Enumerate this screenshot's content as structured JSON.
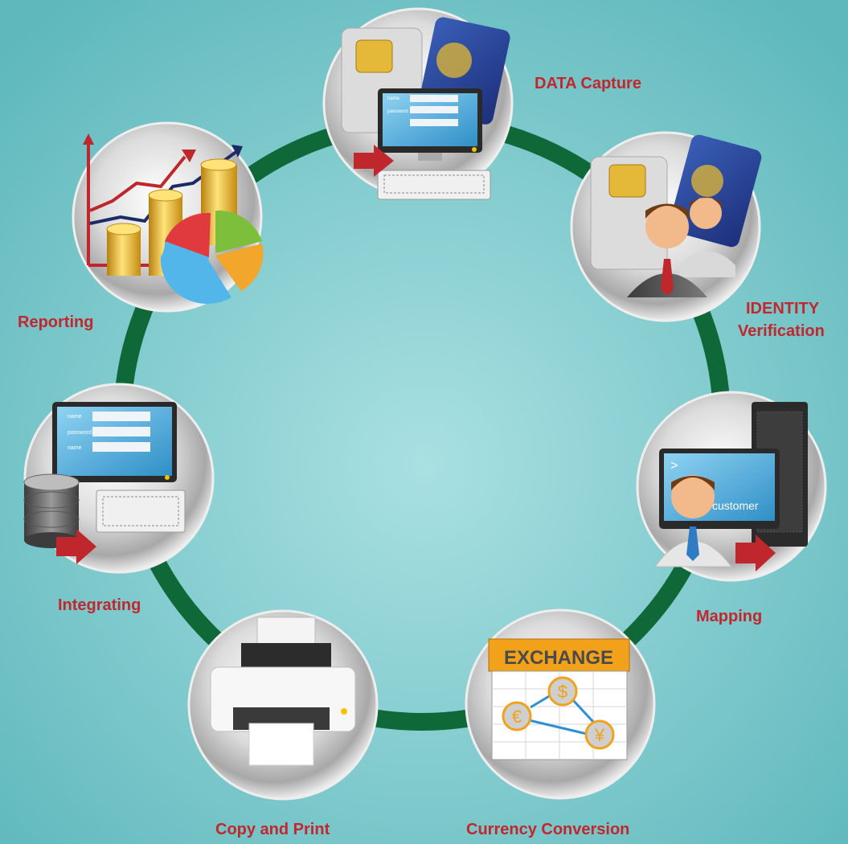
{
  "colors": {
    "background_center": "#a9e0e2",
    "background_edge": "#5eb8bc",
    "ring": "#0f6838",
    "label": "#c1272d",
    "disc_edge": "#8e8e8e",
    "disc_center": "#ffffff"
  },
  "nodes": [
    {
      "id": "data-capture",
      "icon": "id-card-computer-icon",
      "label_lines": [
        "DATA Capture"
      ]
    },
    {
      "id": "identity-verification",
      "icon": "id-card-people-icon",
      "label_lines": [
        "IDENTITY",
        "Verification"
      ]
    },
    {
      "id": "mapping",
      "icon": "customer-server-icon",
      "label_lines": [
        "Mapping"
      ],
      "screen_text": "customer",
      "prompt_text": ">"
    },
    {
      "id": "currency-conversion",
      "icon": "currency-exchange-icon",
      "label_lines": [
        "Currency Conversion"
      ],
      "sign_text": "EXCHANGE",
      "currency_symbols": [
        "$",
        "€",
        "¥"
      ]
    },
    {
      "id": "copy-and-print",
      "icon": "printer-icon",
      "label_lines": [
        "Copy and Print"
      ]
    },
    {
      "id": "integrating",
      "icon": "database-computer-icon",
      "label_lines": [
        "Integrating"
      ]
    },
    {
      "id": "reporting",
      "icon": "charts-coins-icon",
      "label_lines": [
        "Reporting"
      ]
    }
  ],
  "login_form": {
    "field1": "name",
    "field2": "password",
    "field3": "name"
  }
}
